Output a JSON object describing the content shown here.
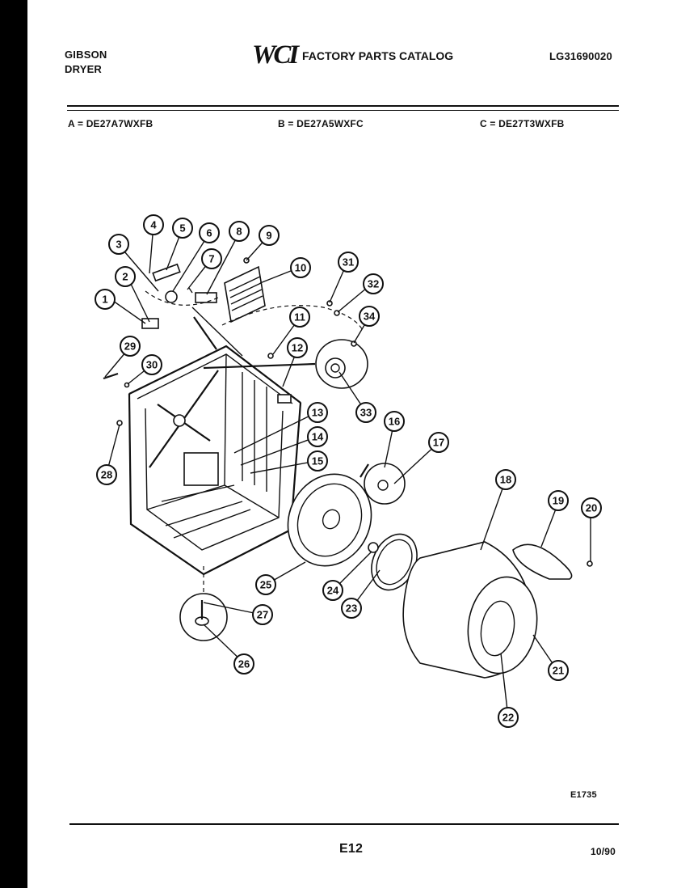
{
  "header": {
    "brand_line1": "GIBSON",
    "brand_line2": "DRYER",
    "logo": "WCI",
    "catalog_title": "FACTORY PARTS CATALOG",
    "catalog_number": "LG31690020"
  },
  "models": {
    "a": "A = DE27A7WXFB",
    "b": "B = DE27A5WXFC",
    "c": "C = DE27T3WXFB"
  },
  "diagram": {
    "figure_code": "E1735",
    "callouts": [
      "1",
      "2",
      "3",
      "4",
      "5",
      "6",
      "7",
      "8",
      "9",
      "10",
      "11",
      "12",
      "13",
      "14",
      "15",
      "16",
      "17",
      "18",
      "19",
      "20",
      "21",
      "22",
      "23",
      "24",
      "25",
      "26",
      "27",
      "28",
      "29",
      "30",
      "31",
      "32",
      "33",
      "34"
    ]
  },
  "footer": {
    "page": "E12",
    "date": "10/90"
  }
}
